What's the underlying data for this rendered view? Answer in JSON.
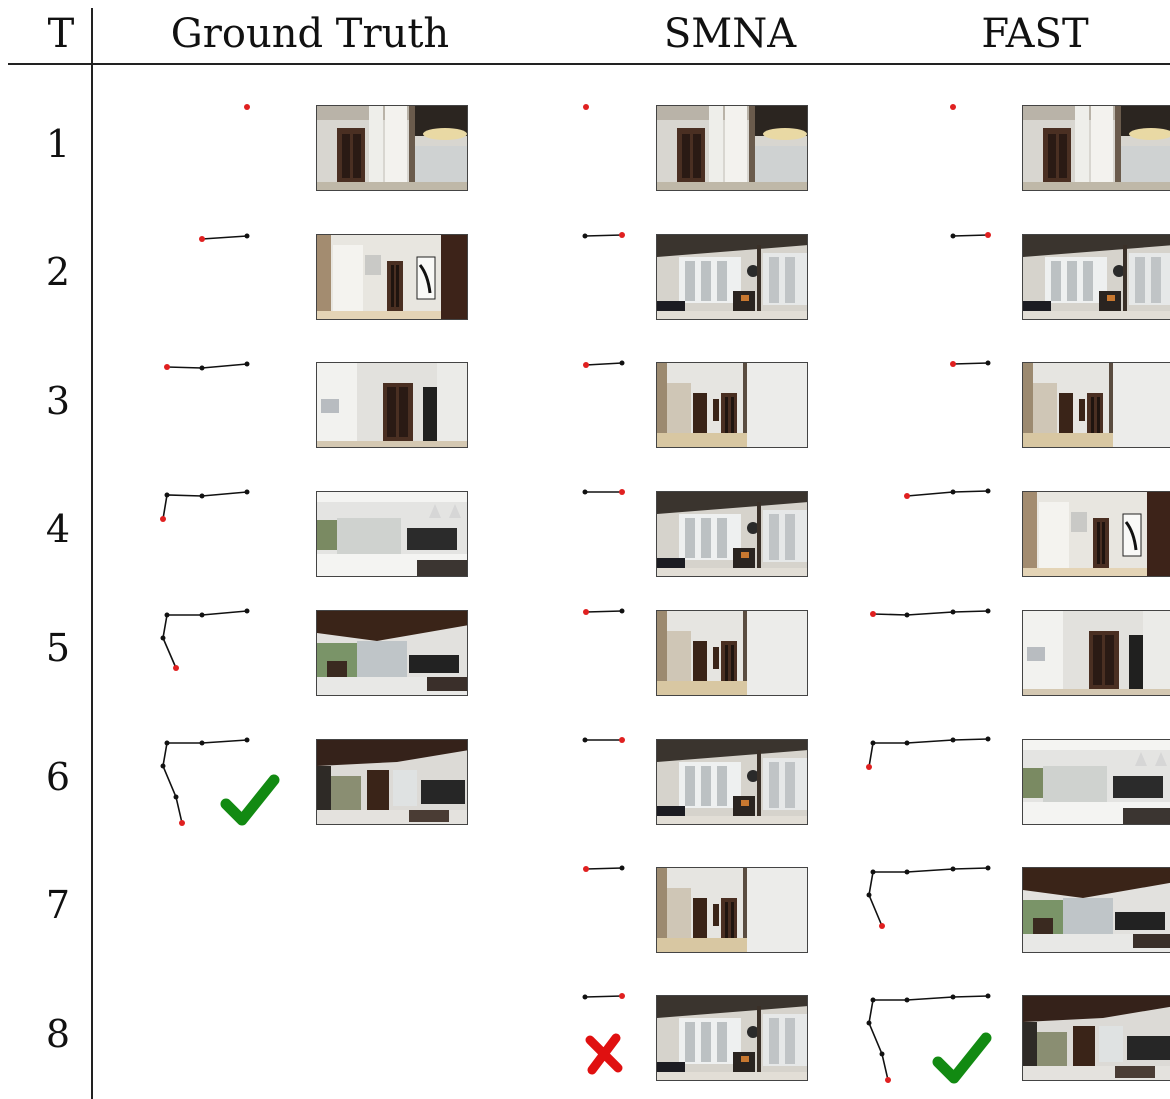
{
  "header": {
    "t_label": "T",
    "ground_truth": "Ground Truth",
    "smna": "SMNA",
    "fast": "FAST"
  },
  "rows": [
    "1",
    "2",
    "3",
    "4",
    "5",
    "6",
    "7",
    "8"
  ],
  "ground_truth": {
    "steps": [
      {
        "view": "closet-doorway"
      },
      {
        "view": "hallway-door"
      },
      {
        "view": "white-hall-door"
      },
      {
        "view": "open-living-room"
      },
      {
        "view": "dark-ceiling-living"
      },
      {
        "view": "patio-living"
      }
    ],
    "result": "success"
  },
  "smna": {
    "steps": [
      {
        "view": "closet-doorway"
      },
      {
        "view": "bedroom-window"
      },
      {
        "view": "mirror-hallway"
      },
      {
        "view": "bedroom-window"
      },
      {
        "view": "mirror-hallway"
      },
      {
        "view": "bedroom-window"
      },
      {
        "view": "mirror-hallway"
      },
      {
        "view": "bedroom-window"
      }
    ],
    "result": "failure"
  },
  "fast": {
    "steps": [
      {
        "view": "closet-doorway"
      },
      {
        "view": "bedroom-window"
      },
      {
        "view": "mirror-hallway"
      },
      {
        "view": "hallway-door"
      },
      {
        "view": "white-hall-door"
      },
      {
        "view": "open-living-room"
      },
      {
        "view": "dark-ceiling-living"
      },
      {
        "view": "patio-living"
      }
    ],
    "result": "success"
  },
  "colors": {
    "path": "#111111",
    "current_position": "#e02020",
    "success": "#128a12",
    "failure": "#e01010"
  }
}
